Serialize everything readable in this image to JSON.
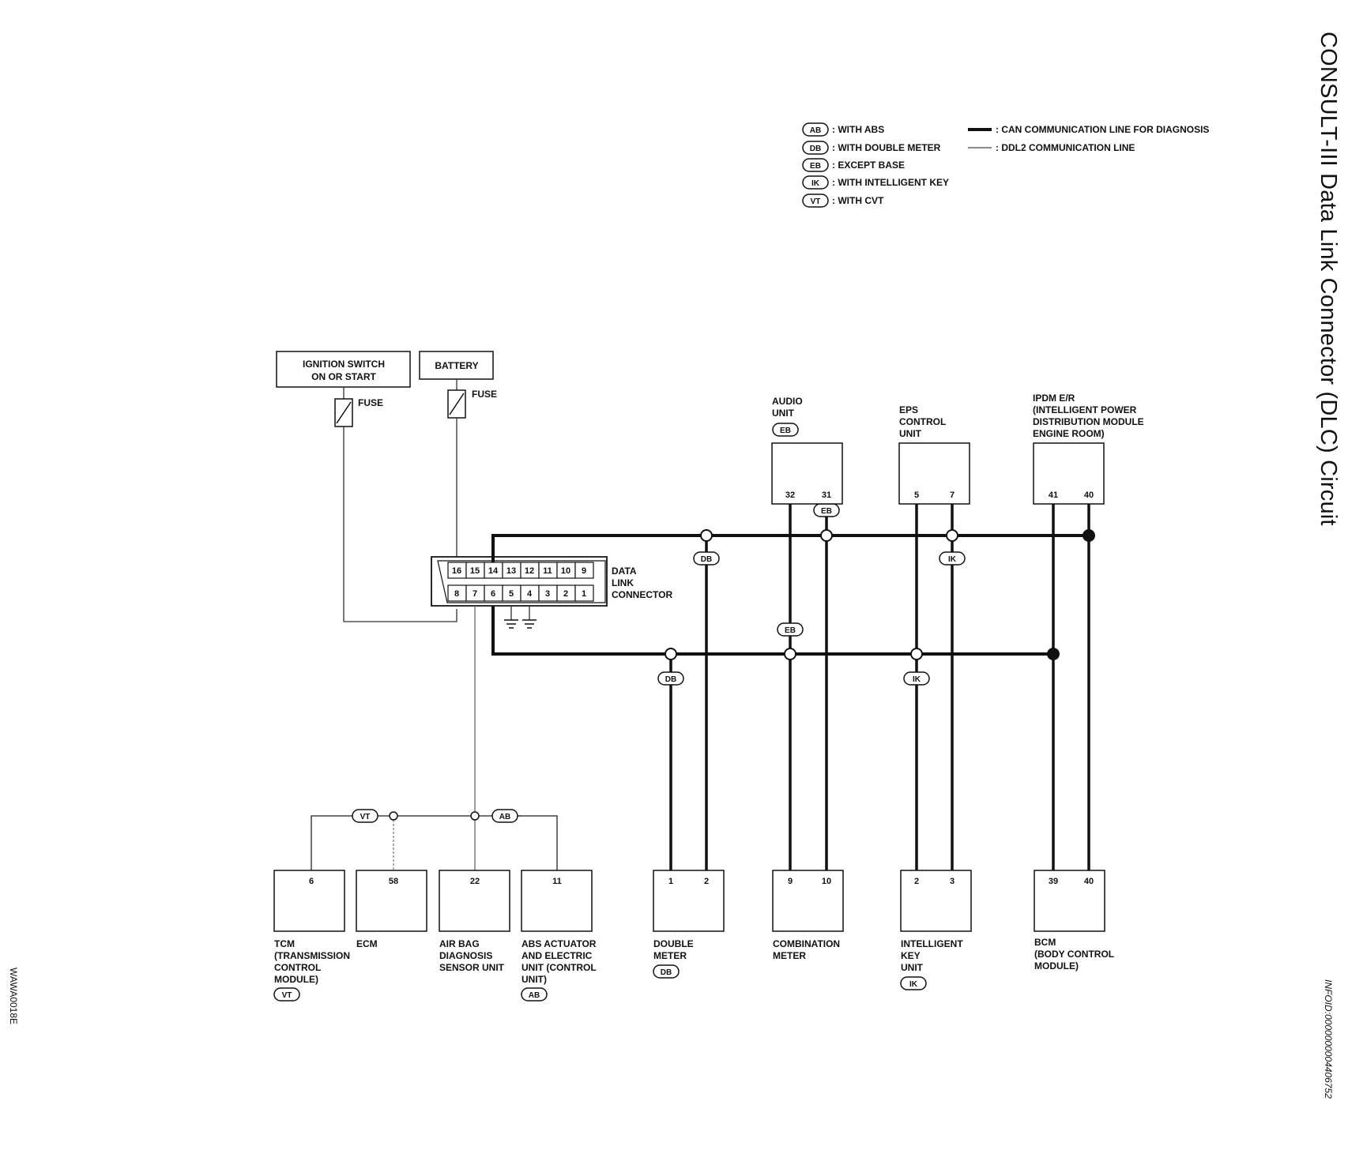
{
  "title": "CONSULT-III Data Link Connector (DLC) Circuit",
  "info_id": "INFOID:0000000004406752",
  "figure_code": "WAWA0018E",
  "legend": {
    "options": [
      {
        "code": "AB",
        "text": ": WITH ABS"
      },
      {
        "code": "DB",
        "text": ": WITH DOUBLE METER"
      },
      {
        "code": "EB",
        "text": ": EXCEPT BASE"
      },
      {
        "code": "IK",
        "text": ": WITH INTELLIGENT KEY"
      },
      {
        "code": "VT",
        "text": ": WITH CVT"
      }
    ],
    "lines": [
      {
        "style": "thick",
        "text": ": CAN COMMUNICATION LINE FOR DIAGNOSIS"
      },
      {
        "style": "thin",
        "text": ": DDL2 COMMUNICATION LINE"
      }
    ]
  },
  "power": {
    "ignition_line1": "IGNITION SWITCH",
    "ignition_line2": "ON OR START",
    "battery": "BATTERY",
    "fuse": "FUSE"
  },
  "dlc": {
    "label_line1": "DATA",
    "label_line2": "LINK",
    "label_line3": "CONNECTOR",
    "top_pins": [
      "16",
      "15",
      "14",
      "13",
      "12",
      "11",
      "10",
      "9"
    ],
    "bottom_pins": [
      "8",
      "7",
      "6",
      "5",
      "4",
      "3",
      "2",
      "1"
    ]
  },
  "upper_units": {
    "audio": {
      "name_line1": "AUDIO",
      "name_line2": "UNIT",
      "option": "EB",
      "pins": [
        "32",
        "31"
      ]
    },
    "eps": {
      "name_line1": "EPS",
      "name_line2": "CONTROL",
      "name_line3": "UNIT",
      "pins": [
        "5",
        "7"
      ]
    },
    "ipdm": {
      "name_line1": "IPDM E/R",
      "name_line2": "(INTELLIGENT POWER",
      "name_line3": "DISTRIBUTION MODULE",
      "name_line4": "ENGINE ROOM)",
      "pins": [
        "41",
        "40"
      ]
    }
  },
  "junction_options": {
    "upper_db": "DB",
    "upper_eb": "EB",
    "upper_ik": "IK",
    "lower_db": "DB",
    "lower_eb": "EB",
    "lower_ik": "IK",
    "k_vt": "VT",
    "k_ab": "AB"
  },
  "lower_units": {
    "tcm": {
      "pin": "6",
      "name_line1": "TCM",
      "name_line2": "(TRANSMISSION",
      "name_line3": "CONTROL",
      "name_line4": "MODULE)",
      "option": "VT"
    },
    "ecm": {
      "pin": "58",
      "name_line1": "ECM"
    },
    "airbag": {
      "pin": "22",
      "name_line1": "AIR BAG",
      "name_line2": "DIAGNOSIS",
      "name_line3": "SENSOR UNIT"
    },
    "abs": {
      "pin": "11",
      "name_line1": "ABS ACTUATOR",
      "name_line2": "AND ELECTRIC",
      "name_line3": "UNIT (CONTROL",
      "name_line4": "UNIT)",
      "option": "AB"
    },
    "double_meter": {
      "pins": [
        "1",
        "2"
      ],
      "name_line1": "DOUBLE",
      "name_line2": "METER",
      "option": "DB"
    },
    "combination_meter": {
      "pins": [
        "9",
        "10"
      ],
      "name_line1": "COMBINATION",
      "name_line2": "METER"
    },
    "intelligent_key": {
      "pins": [
        "2",
        "3"
      ],
      "name_line1": "INTELLIGENT",
      "name_line2": "KEY",
      "name_line3": "UNIT",
      "option": "IK"
    },
    "bcm": {
      "pins": [
        "39",
        "40"
      ],
      "name_line1": "BCM",
      "name_line2": "(BODY CONTROL",
      "name_line3": "MODULE)"
    }
  }
}
